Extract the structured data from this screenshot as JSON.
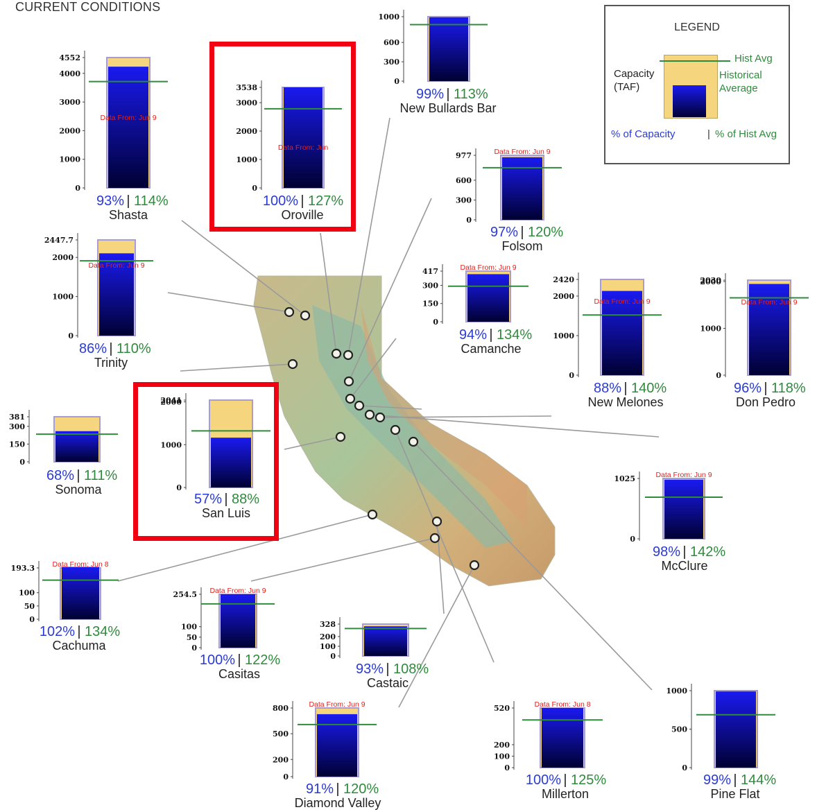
{
  "page": {
    "title": "CURRENT CONDITIONS"
  },
  "colors": {
    "capacity": "#f5d57e",
    "capacity_border": "#a89cd8",
    "storage_top": "#1a1af0",
    "storage_bottom": "#000033",
    "hist_avg_line": "#2e8b3c",
    "pct_capacity_text": "#2a3bd4",
    "pct_hist_text": "#2e8b3c",
    "data_from_text": "#e0201b",
    "highlight": "#f00010"
  },
  "legend": {
    "title": "LEGEND",
    "capacity_label_1": "Capacity",
    "capacity_label_2": "(TAF)",
    "hist_avg_label": "Hist Avg",
    "historical_label_1": "Historical",
    "historical_label_2": "Average",
    "pct_capacity_label": "% of Capacity",
    "separator": "|",
    "pct_hist_label": "% of Hist Avg"
  },
  "highlighted": [
    "Oroville",
    "San Luis"
  ],
  "chart_data": [
    {
      "type": "bar",
      "name": "Shasta",
      "capacity": 4552,
      "ticks": [
        "4552",
        "4000",
        "3000",
        "2000",
        "1000",
        "0"
      ],
      "pct_capacity": "93%",
      "pct_hist": "114%",
      "data_from": "Data From: Jun 9"
    },
    {
      "type": "bar",
      "name": "Oroville",
      "capacity": 3538,
      "ticks": [
        "3538",
        "3000",
        "2000",
        "1000",
        "0"
      ],
      "pct_capacity": "100%",
      "pct_hist": "127%",
      "data_from": "Data From: Jun"
    },
    {
      "type": "bar",
      "name": "New Bullards Bar",
      "capacity": 1000,
      "ticks": [
        "1000",
        "600",
        "300",
        "0"
      ],
      "pct_capacity": "99%",
      "pct_hist": "113%",
      "data_from": ""
    },
    {
      "type": "bar",
      "name": "Folsom",
      "capacity": 977,
      "ticks": [
        "977",
        "600",
        "300",
        "0"
      ],
      "pct_capacity": "97%",
      "pct_hist": "120%",
      "data_from": "Data From: Jun 9"
    },
    {
      "type": "bar",
      "name": "Trinity",
      "capacity": 2447.7,
      "ticks": [
        "2447.7",
        "2000",
        "1000",
        "0"
      ],
      "pct_capacity": "86%",
      "pct_hist": "110%",
      "data_from": "Data From: Jun 9"
    },
    {
      "type": "bar",
      "name": "Camanche",
      "capacity": 417,
      "ticks": [
        "417",
        "300",
        "150",
        "0"
      ],
      "pct_capacity": "94%",
      "pct_hist": "134%",
      "data_from": "Data From: Jun 9"
    },
    {
      "type": "bar",
      "name": "New Melones",
      "capacity": 2420,
      "ticks": [
        "2420",
        "2000",
        "1000",
        "0"
      ],
      "pct_capacity": "88%",
      "pct_hist": "140%",
      "data_from": "Data From: Jun 9"
    },
    {
      "type": "bar",
      "name": "Don Pedro",
      "capacity": 2030,
      "ticks": [
        "2030",
        "2000",
        "1000",
        "0"
      ],
      "pct_capacity": "96%",
      "pct_hist": "118%",
      "data_from": "Data From: Jun 9"
    },
    {
      "type": "bar",
      "name": "Sonoma",
      "capacity": 381,
      "ticks": [
        "381",
        "300",
        "150",
        "0"
      ],
      "pct_capacity": "68%",
      "pct_hist": "111%",
      "data_from": ""
    },
    {
      "type": "bar",
      "name": "San Luis",
      "capacity": 2041,
      "ticks": [
        "2041",
        "2000",
        "1000",
        "0"
      ],
      "pct_capacity": "57%",
      "pct_hist": "88%",
      "data_from": ""
    },
    {
      "type": "bar",
      "name": "McClure",
      "capacity": 1025,
      "ticks": [
        "1025",
        "0"
      ],
      "pct_capacity": "98%",
      "pct_hist": "142%",
      "data_from": "Data From: Jun 9"
    },
    {
      "type": "bar",
      "name": "Cachuma",
      "capacity": 193.3,
      "ticks": [
        "193.3",
        "100",
        "50",
        "0"
      ],
      "pct_capacity": "102%",
      "pct_hist": "134%",
      "data_from": "Data From: Jun 8"
    },
    {
      "type": "bar",
      "name": "Casitas",
      "capacity": 254.5,
      "ticks": [
        "254.5",
        "100",
        "50",
        "0"
      ],
      "pct_capacity": "100%",
      "pct_hist": "122%",
      "data_from": "Data From: Jun 9"
    },
    {
      "type": "bar",
      "name": "Castaic",
      "capacity": 328,
      "ticks": [
        "328",
        "200",
        "100",
        "0"
      ],
      "pct_capacity": "93%",
      "pct_hist": "108%",
      "data_from": ""
    },
    {
      "type": "bar",
      "name": "Diamond Valley",
      "capacity": 800,
      "ticks": [
        "800",
        "500",
        "200",
        "0"
      ],
      "pct_capacity": "91%",
      "pct_hist": "120%",
      "data_from": "Data From: Jun 9"
    },
    {
      "type": "bar",
      "name": "Millerton",
      "capacity": 520,
      "ticks": [
        "520",
        "200",
        "100",
        "0"
      ],
      "pct_capacity": "100%",
      "pct_hist": "125%",
      "data_from": "Data From: Jun 8"
    },
    {
      "type": "bar",
      "name": "Pine Flat",
      "capacity": 1000,
      "ticks": [
        "1000",
        "500",
        "0"
      ],
      "pct_capacity": "99%",
      "pct_hist": "144%",
      "data_from": ""
    }
  ]
}
